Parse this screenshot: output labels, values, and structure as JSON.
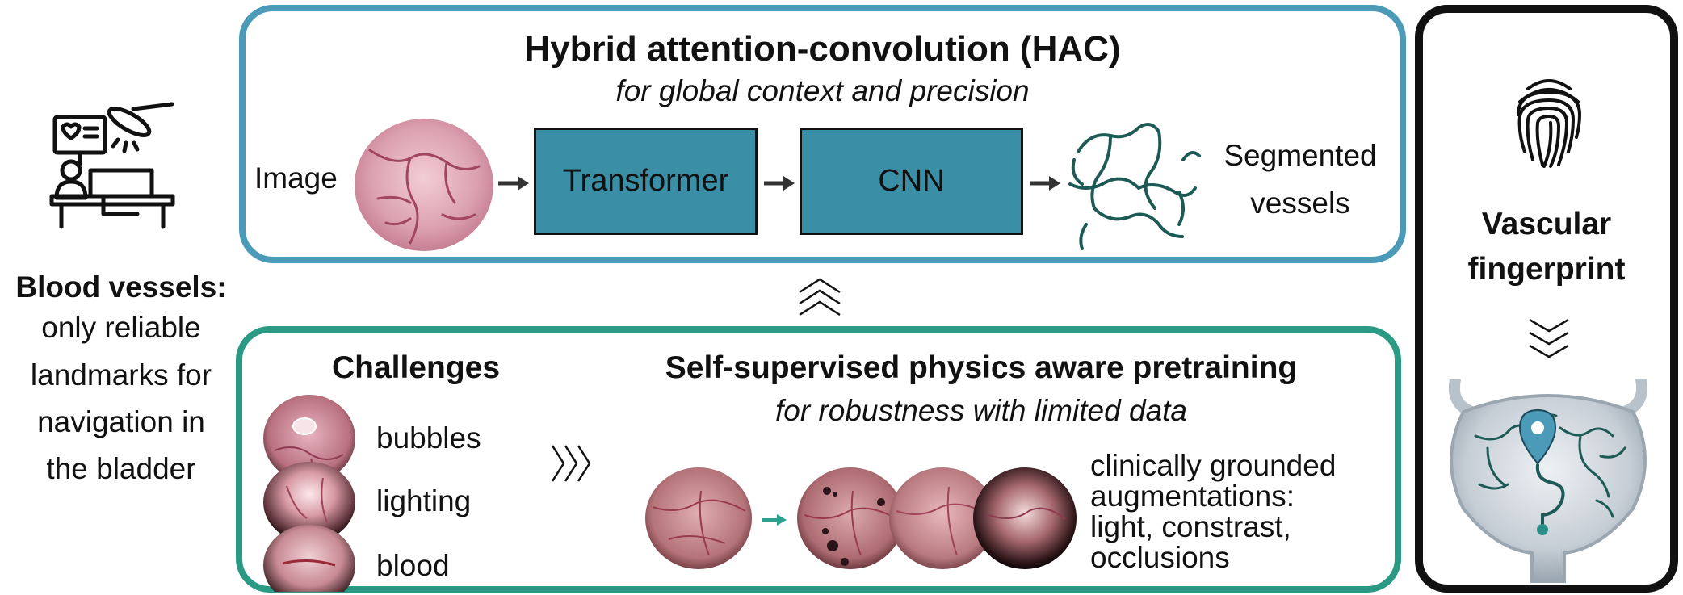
{
  "left": {
    "heading": "Blood vessels:",
    "lines": [
      "only reliable",
      "landmarks for",
      "navigation in",
      "the bladder"
    ]
  },
  "hac": {
    "title": "Hybrid attention-convolution (HAC)",
    "subtitle": "for global context and precision",
    "input_label": "Image",
    "block1": "Transformer",
    "block2": "CNN",
    "output_lines": [
      "Segmented",
      "vessels"
    ]
  },
  "pretrain": {
    "challenges_title": "Challenges",
    "challenges": [
      "bubbles",
      "lighting",
      "blood"
    ],
    "title": "Self-supervised physics aware pretraining",
    "subtitle": "for robustness with limited data",
    "aug_lines": [
      "clinically grounded",
      "augmentations:",
      "light, constrast,",
      "occlusions"
    ]
  },
  "right": {
    "title_lines": [
      "Vascular",
      "fingerprint"
    ]
  },
  "colors": {
    "hac_border": "#4a9ab8",
    "pretrain_border": "#2a9a85",
    "block_fill": "#3a8fa6",
    "vessel": "#1d5a55",
    "aug_arrow": "#2aa090"
  }
}
